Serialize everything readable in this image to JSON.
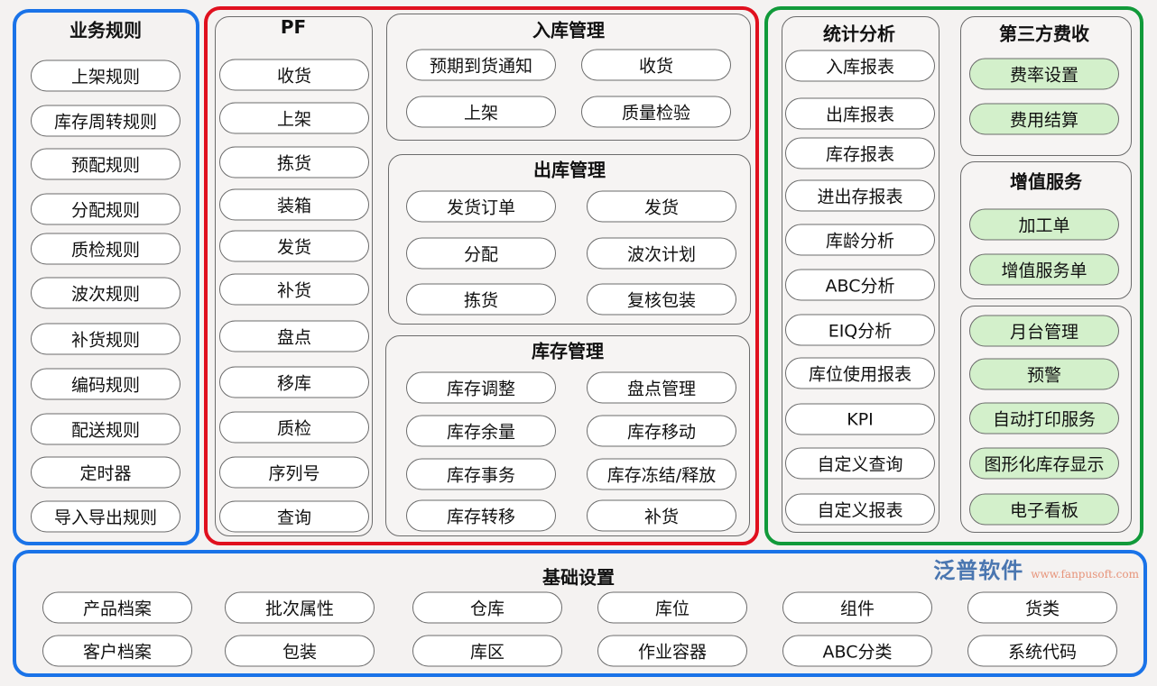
{
  "colors": {
    "blue": "#1a73e8",
    "red": "#e0101e",
    "green": "#119a3a",
    "pill_green": "#d3f0cb"
  },
  "business_rules": {
    "title": "业务规则",
    "items": [
      "上架规则",
      "库存周转规则",
      "预配规则",
      "分配规则",
      "质检规则",
      "波次规则",
      "补货规则",
      "编码规则",
      "配送规则",
      "定时器",
      "导入导出规则"
    ]
  },
  "pf": {
    "title": "PF",
    "items": [
      "收货",
      "上架",
      "拣货",
      "装箱",
      "发货",
      "补货",
      "盘点",
      "移库",
      "质检",
      "序列号",
      "查询"
    ]
  },
  "inbound": {
    "title": "入库管理",
    "items": [
      "预期到货通知",
      "收货",
      "上架",
      "质量检验"
    ]
  },
  "outbound": {
    "title": "出库管理",
    "items": [
      "发货订单",
      "发货",
      "分配",
      "波次计划",
      "拣货",
      "复核包装"
    ]
  },
  "inventory": {
    "title": "库存管理",
    "items": [
      "库存调整",
      "盘点管理",
      "库存余量",
      "库存移动",
      "库存事务",
      "库存冻结/释放",
      "库存转移",
      "补货"
    ]
  },
  "statistics": {
    "title": "统计分析",
    "items": [
      "入库报表",
      "出库报表",
      "库存报表",
      "进出存报表",
      "库龄分析",
      "ABC分析",
      "EIQ分析",
      "库位使用报表",
      "KPI",
      "自定义查询",
      "自定义报表"
    ]
  },
  "third_party_fees": {
    "title": "第三方费收",
    "items": [
      "费率设置",
      "费用结算"
    ]
  },
  "value_added": {
    "title": "增值服务",
    "items": [
      "加工单",
      "增值服务单"
    ]
  },
  "other_services": {
    "items": [
      "月台管理",
      "预警",
      "自动打印服务",
      "图形化库存显示",
      "电子看板"
    ]
  },
  "basic_settings": {
    "title": "基础设置",
    "items": [
      "产品档案",
      "批次属性",
      "仓库",
      "库位",
      "组件",
      "货类",
      "客户档案",
      "包装",
      "库区",
      "作业容器",
      "ABC分类",
      "系统代码"
    ]
  },
  "watermark": {
    "name": "泛普软件",
    "url": "www.fanpusoft.com"
  }
}
